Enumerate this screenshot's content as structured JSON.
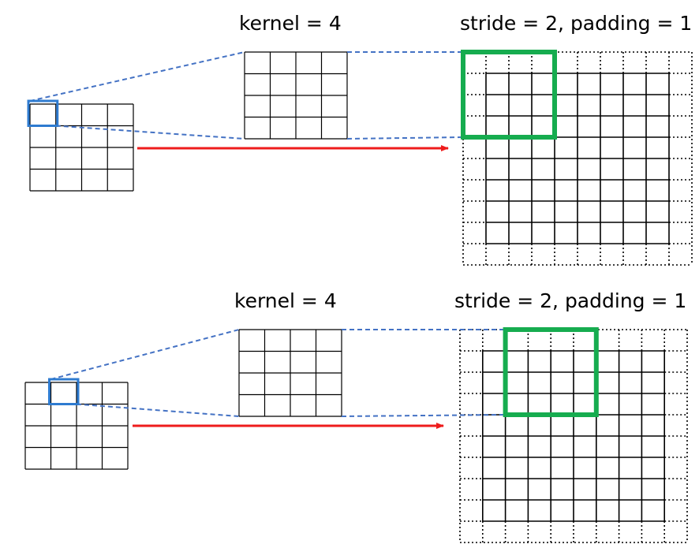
{
  "panels": [
    {
      "kernel_label": "kernel = 4",
      "output_label": "stride = 2, padding = 1",
      "input_grid": {
        "rows": 4,
        "cols": 4,
        "highlight_row": 0,
        "highlight_col": 0
      },
      "kernel_grid": {
        "rows": 4,
        "cols": 4
      },
      "output_grid": {
        "size": 10,
        "padding": 1,
        "highlight_row": 0,
        "highlight_col": 0
      }
    },
    {
      "kernel_label": "kernel = 4",
      "output_label": "stride = 2, padding = 1",
      "input_grid": {
        "rows": 4,
        "cols": 4,
        "highlight_row": 0,
        "highlight_col": 1
      },
      "kernel_grid": {
        "rows": 4,
        "cols": 4
      },
      "output_grid": {
        "size": 10,
        "padding": 1,
        "highlight_row": 0,
        "highlight_col": 2
      }
    }
  ],
  "colors": {
    "grid": "#000000",
    "input_highlight": "#2e7bd0",
    "output_highlight": "#16ac4f",
    "connector": "#4472c4",
    "arrow": "#ee1c1c"
  }
}
